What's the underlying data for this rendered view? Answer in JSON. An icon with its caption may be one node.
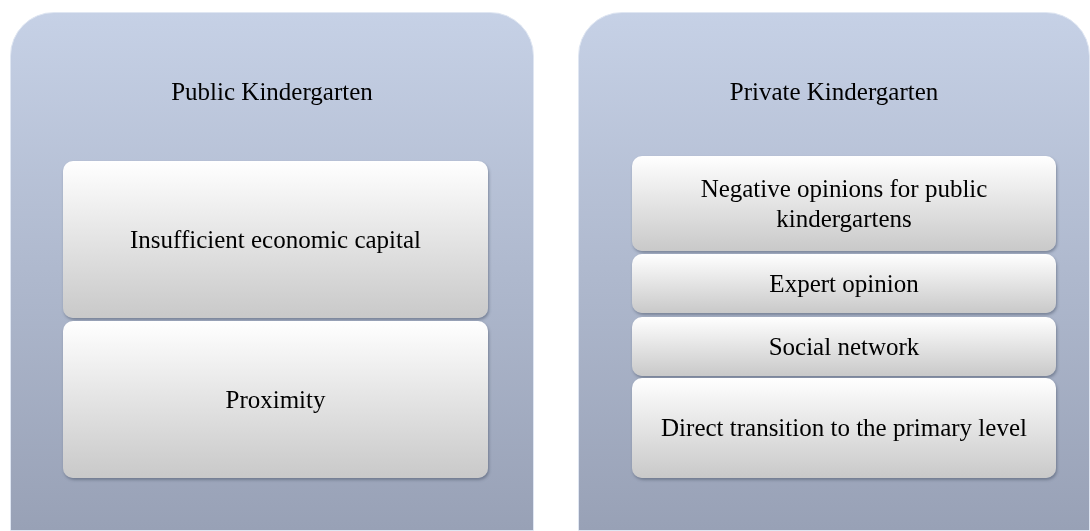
{
  "diagram": {
    "nodes": [
      {
        "text": [
          "Public Kindergarten"
        ]
      },
      {
        "text": [
          "Insufficient economic capital"
        ],
        "in": 0
      },
      {
        "text": [
          "Proximity"
        ],
        "in": 0
      },
      {
        "text": [
          "Private Kindergarten"
        ]
      },
      {
        "text": [
          "Negative opinions for public kindergartens"
        ],
        "in": 3
      },
      {
        "text": [
          "Expert opinion"
        ],
        "in": 3
      },
      {
        "text": [
          "Social network"
        ],
        "in": 3
      },
      {
        "text": [
          "Direct transition to the primary level"
        ],
        "in": 3
      }
    ]
  }
}
